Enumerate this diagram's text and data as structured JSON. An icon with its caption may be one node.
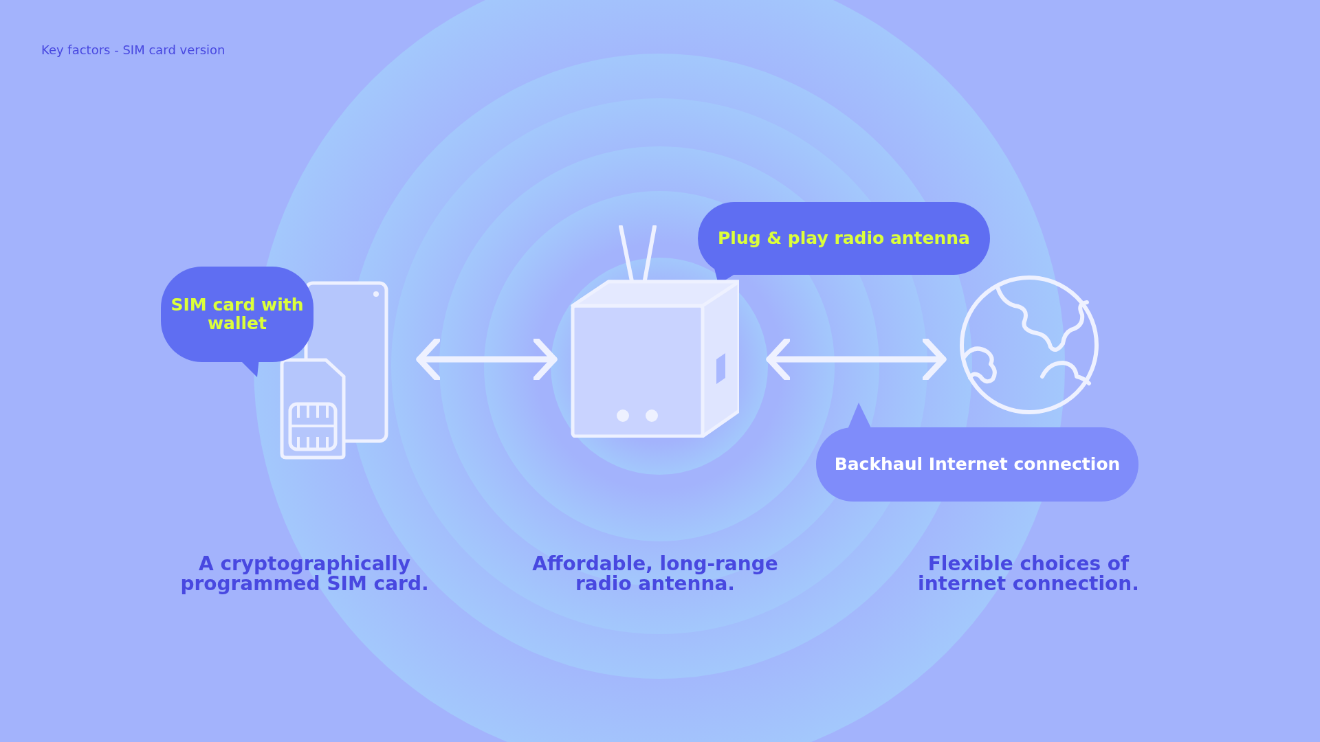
{
  "diagram": {
    "title": "Key factors - SIM card version",
    "nodes": [
      {
        "text": [
          "SIM card with wallet"
        ]
      },
      {
        "text": [],
        "shape": "picture"
      },
      {
        "text": [
          "Plug & play radio antenna"
        ]
      },
      {
        "text": [],
        "shape": "picture"
      },
      {
        "text": [],
        "shape": "picture"
      },
      {
        "text": [
          "Backhaul Internet connection"
        ]
      }
    ],
    "edges": [
      {
        "from": 1,
        "to": 3,
        "arrow": "both"
      },
      {
        "from": 3,
        "to": 4,
        "arrow": "both"
      }
    ],
    "labels": [
      "A cryptographically programmed SIM card.",
      "Affordable, long-range radio antenna.",
      "Flexible choices of internet connection."
    ]
  }
}
